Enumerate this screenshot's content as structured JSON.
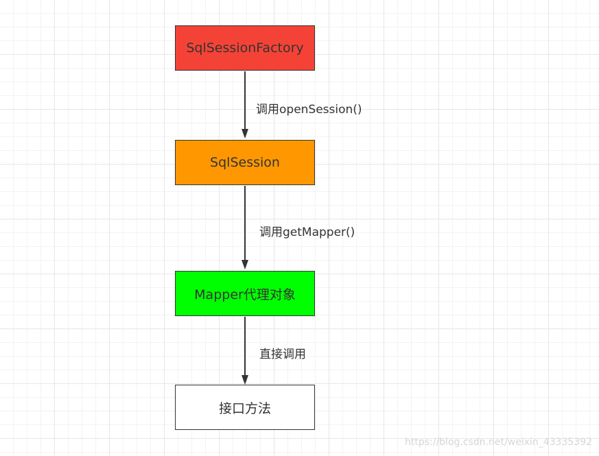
{
  "nodes": [
    {
      "id": "sqlsessionfactory",
      "label": "SqlSessionFactory",
      "fill": "#f44336"
    },
    {
      "id": "sqlsession",
      "label": "SqlSession",
      "fill": "#ff9800"
    },
    {
      "id": "mapper-proxy",
      "label": "Mapper代理对象",
      "fill": "#00ff00"
    },
    {
      "id": "interface-method",
      "label": "接口方法",
      "fill": "#ffffff"
    }
  ],
  "edges": [
    {
      "from": "sqlsessionfactory",
      "to": "sqlsession",
      "label": "调用openSession()"
    },
    {
      "from": "sqlsession",
      "to": "mapper-proxy",
      "label": "调用getMapper()"
    },
    {
      "from": "mapper-proxy",
      "to": "interface-method",
      "label": "直接调用"
    }
  ],
  "watermark": "https://blog.csdn.net/weixin_43335392",
  "colors": {
    "stroke": "#333333",
    "grid": "#e6e6e6"
  }
}
